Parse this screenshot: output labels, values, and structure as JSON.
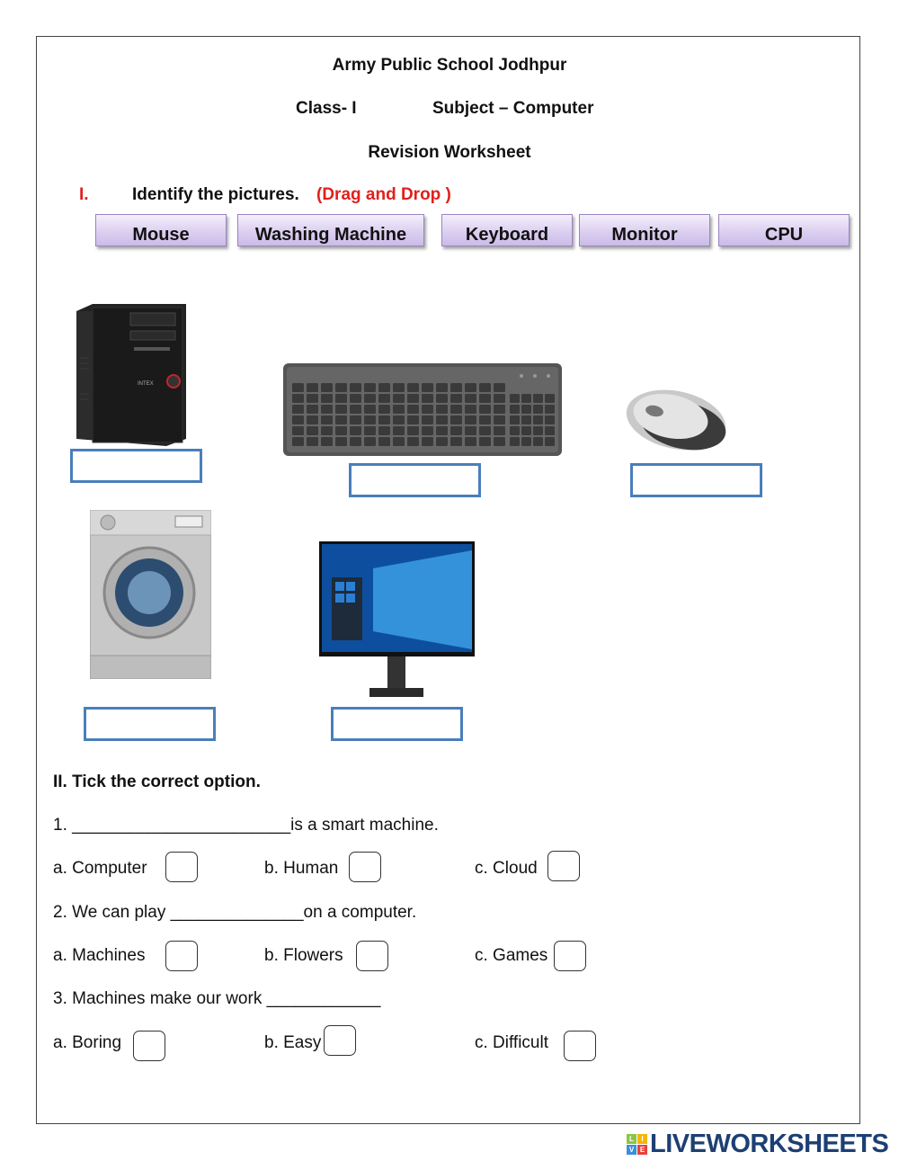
{
  "header": {
    "school": "Army Public School Jodhpur",
    "class_label": "Class- I",
    "subject_label": "Subject – Computer",
    "worksheet_title": "Revision Worksheet"
  },
  "section1": {
    "number": "I.",
    "instruction": "Identify the pictures.",
    "hint": "(Drag and Drop )",
    "draggables": [
      "Mouse",
      "Washing Machine",
      "Keyboard",
      "Monitor",
      "CPU"
    ],
    "pictures": [
      "cpu-image",
      "keyboard-image",
      "mouse-image",
      "washing-machine-image",
      "monitor-image"
    ]
  },
  "section2": {
    "heading": "II. Tick the correct option.",
    "questions": [
      {
        "text": "1. _______________________is a smart machine.",
        "options": [
          "a. Computer",
          "b. Human",
          "c. Cloud"
        ]
      },
      {
        "text": "2. We can play ______________on a computer.",
        "options": [
          "a. Machines",
          "b. Flowers",
          "c. Games"
        ]
      },
      {
        "text": "3. Machines make our work ____________",
        "options": [
          "a. Boring",
          "b. Easy",
          "c. Difficult"
        ]
      }
    ]
  },
  "footer": {
    "logo_text": "LIVEWORKSHEETS",
    "logo_tiles": [
      "L",
      "I",
      "V",
      "E"
    ]
  },
  "colors": {
    "accent_red": "#e0201c",
    "drop_border": "#4a7ebb",
    "chip_fill": "#d9cdef",
    "logo_blue": "#1d3f73"
  }
}
